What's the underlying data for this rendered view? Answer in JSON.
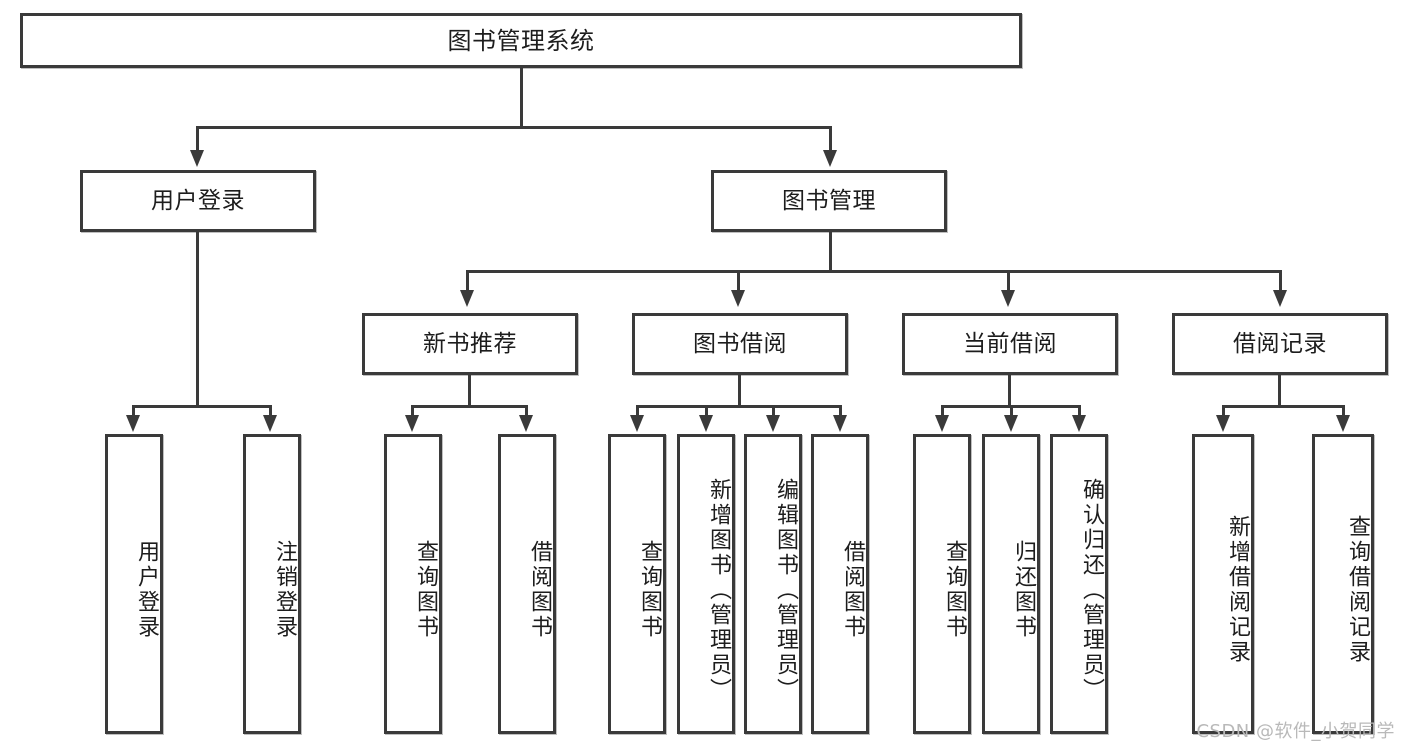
{
  "diagram": {
    "title": "图书管理系统",
    "watermark": "CSDN @软件_小贺同学",
    "line_color": "#3a3a3a",
    "box_fill": "#ffffff",
    "text_color": "#1d1d1d",
    "watermark_color": "#b9b9b9",
    "root": {
      "label": "图书管理系统"
    },
    "level2": [
      {
        "label": "用户登录"
      },
      {
        "label": "图书管理"
      }
    ],
    "level3": [
      {
        "label": "新书推荐",
        "parent": "图书管理"
      },
      {
        "label": "图书借阅",
        "parent": "图书管理"
      },
      {
        "label": "当前借阅",
        "parent": "图书管理"
      },
      {
        "label": "借阅记录",
        "parent": "图书管理"
      }
    ],
    "leaves": {
      "用户登录": [
        {
          "label": "用户登录"
        },
        {
          "label": "注销登录"
        }
      ],
      "新书推荐": [
        {
          "label": "查询图书"
        },
        {
          "label": "借阅图书"
        }
      ],
      "图书借阅": [
        {
          "label": "查询图书"
        },
        {
          "label": "新增图书（管理员）"
        },
        {
          "label": "编辑图书（管理员）"
        },
        {
          "label": "借阅图书"
        }
      ],
      "当前借阅": [
        {
          "label": "查询图书"
        },
        {
          "label": "归还图书"
        },
        {
          "label": "确认归还（管理员）"
        }
      ],
      "借阅记录": [
        {
          "label": "新增借阅记录"
        },
        {
          "label": "查询借阅记录"
        }
      ]
    }
  }
}
